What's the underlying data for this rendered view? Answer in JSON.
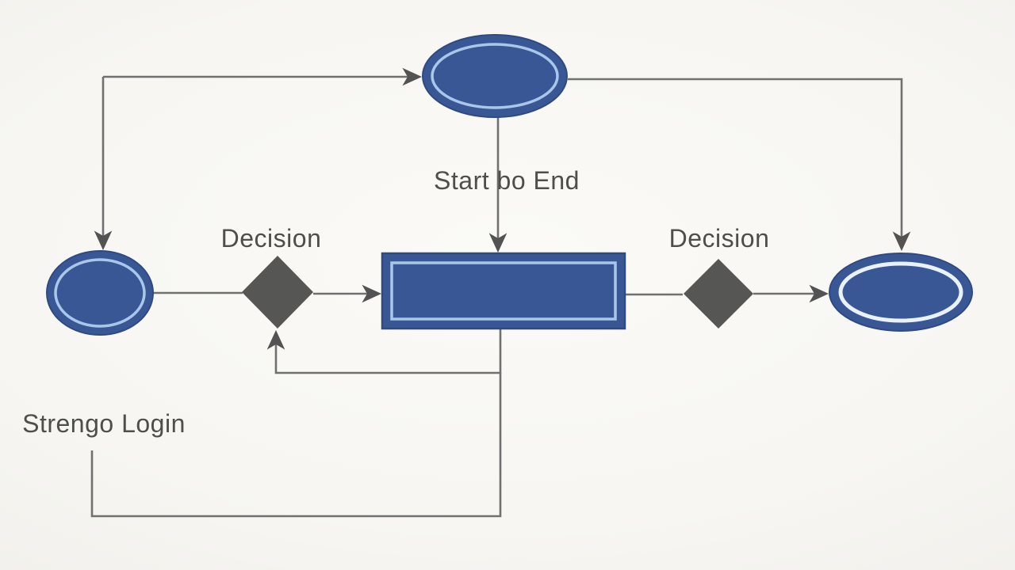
{
  "diagram": {
    "type": "flowchart",
    "labels": {
      "top_connector": "Start bo End",
      "decision_left": "Decision",
      "decision_right": "Decision",
      "bottom_left": "Strengo Login"
    },
    "nodes": {
      "top_ellipse": "terminator",
      "left_ellipse": "terminator",
      "right_ellipse": "terminator",
      "process_rect": "process",
      "decision_left_diamond": "decision",
      "decision_right_diamond": "decision"
    },
    "colors": {
      "background": "#f7f6f2",
      "node_fill": "#3a5795",
      "node_edge": "#2f4a80",
      "inner_ring_blue": "#a9c7e9",
      "inner_ring_white": "#e9f1f9",
      "diamond_fill": "#565654",
      "connector": "#707070",
      "arrowhead": "#535353",
      "text": "#4e4e4c"
    }
  }
}
